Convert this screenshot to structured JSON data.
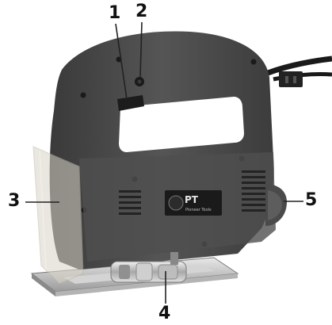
{
  "callouts": [
    "1",
    "2",
    "3",
    "4",
    "5"
  ],
  "logo": {
    "text": "PT Pioneer Tools"
  },
  "colors": {
    "body": "#4a4a4a",
    "body_dark": "#2e2e2e",
    "body_light": "#626262",
    "metal": "#c8c8c8",
    "guard": "#d9d4c8",
    "label": "#111111",
    "leader": "#222222"
  },
  "icons": [
    "jigsaw-tool-image"
  ]
}
